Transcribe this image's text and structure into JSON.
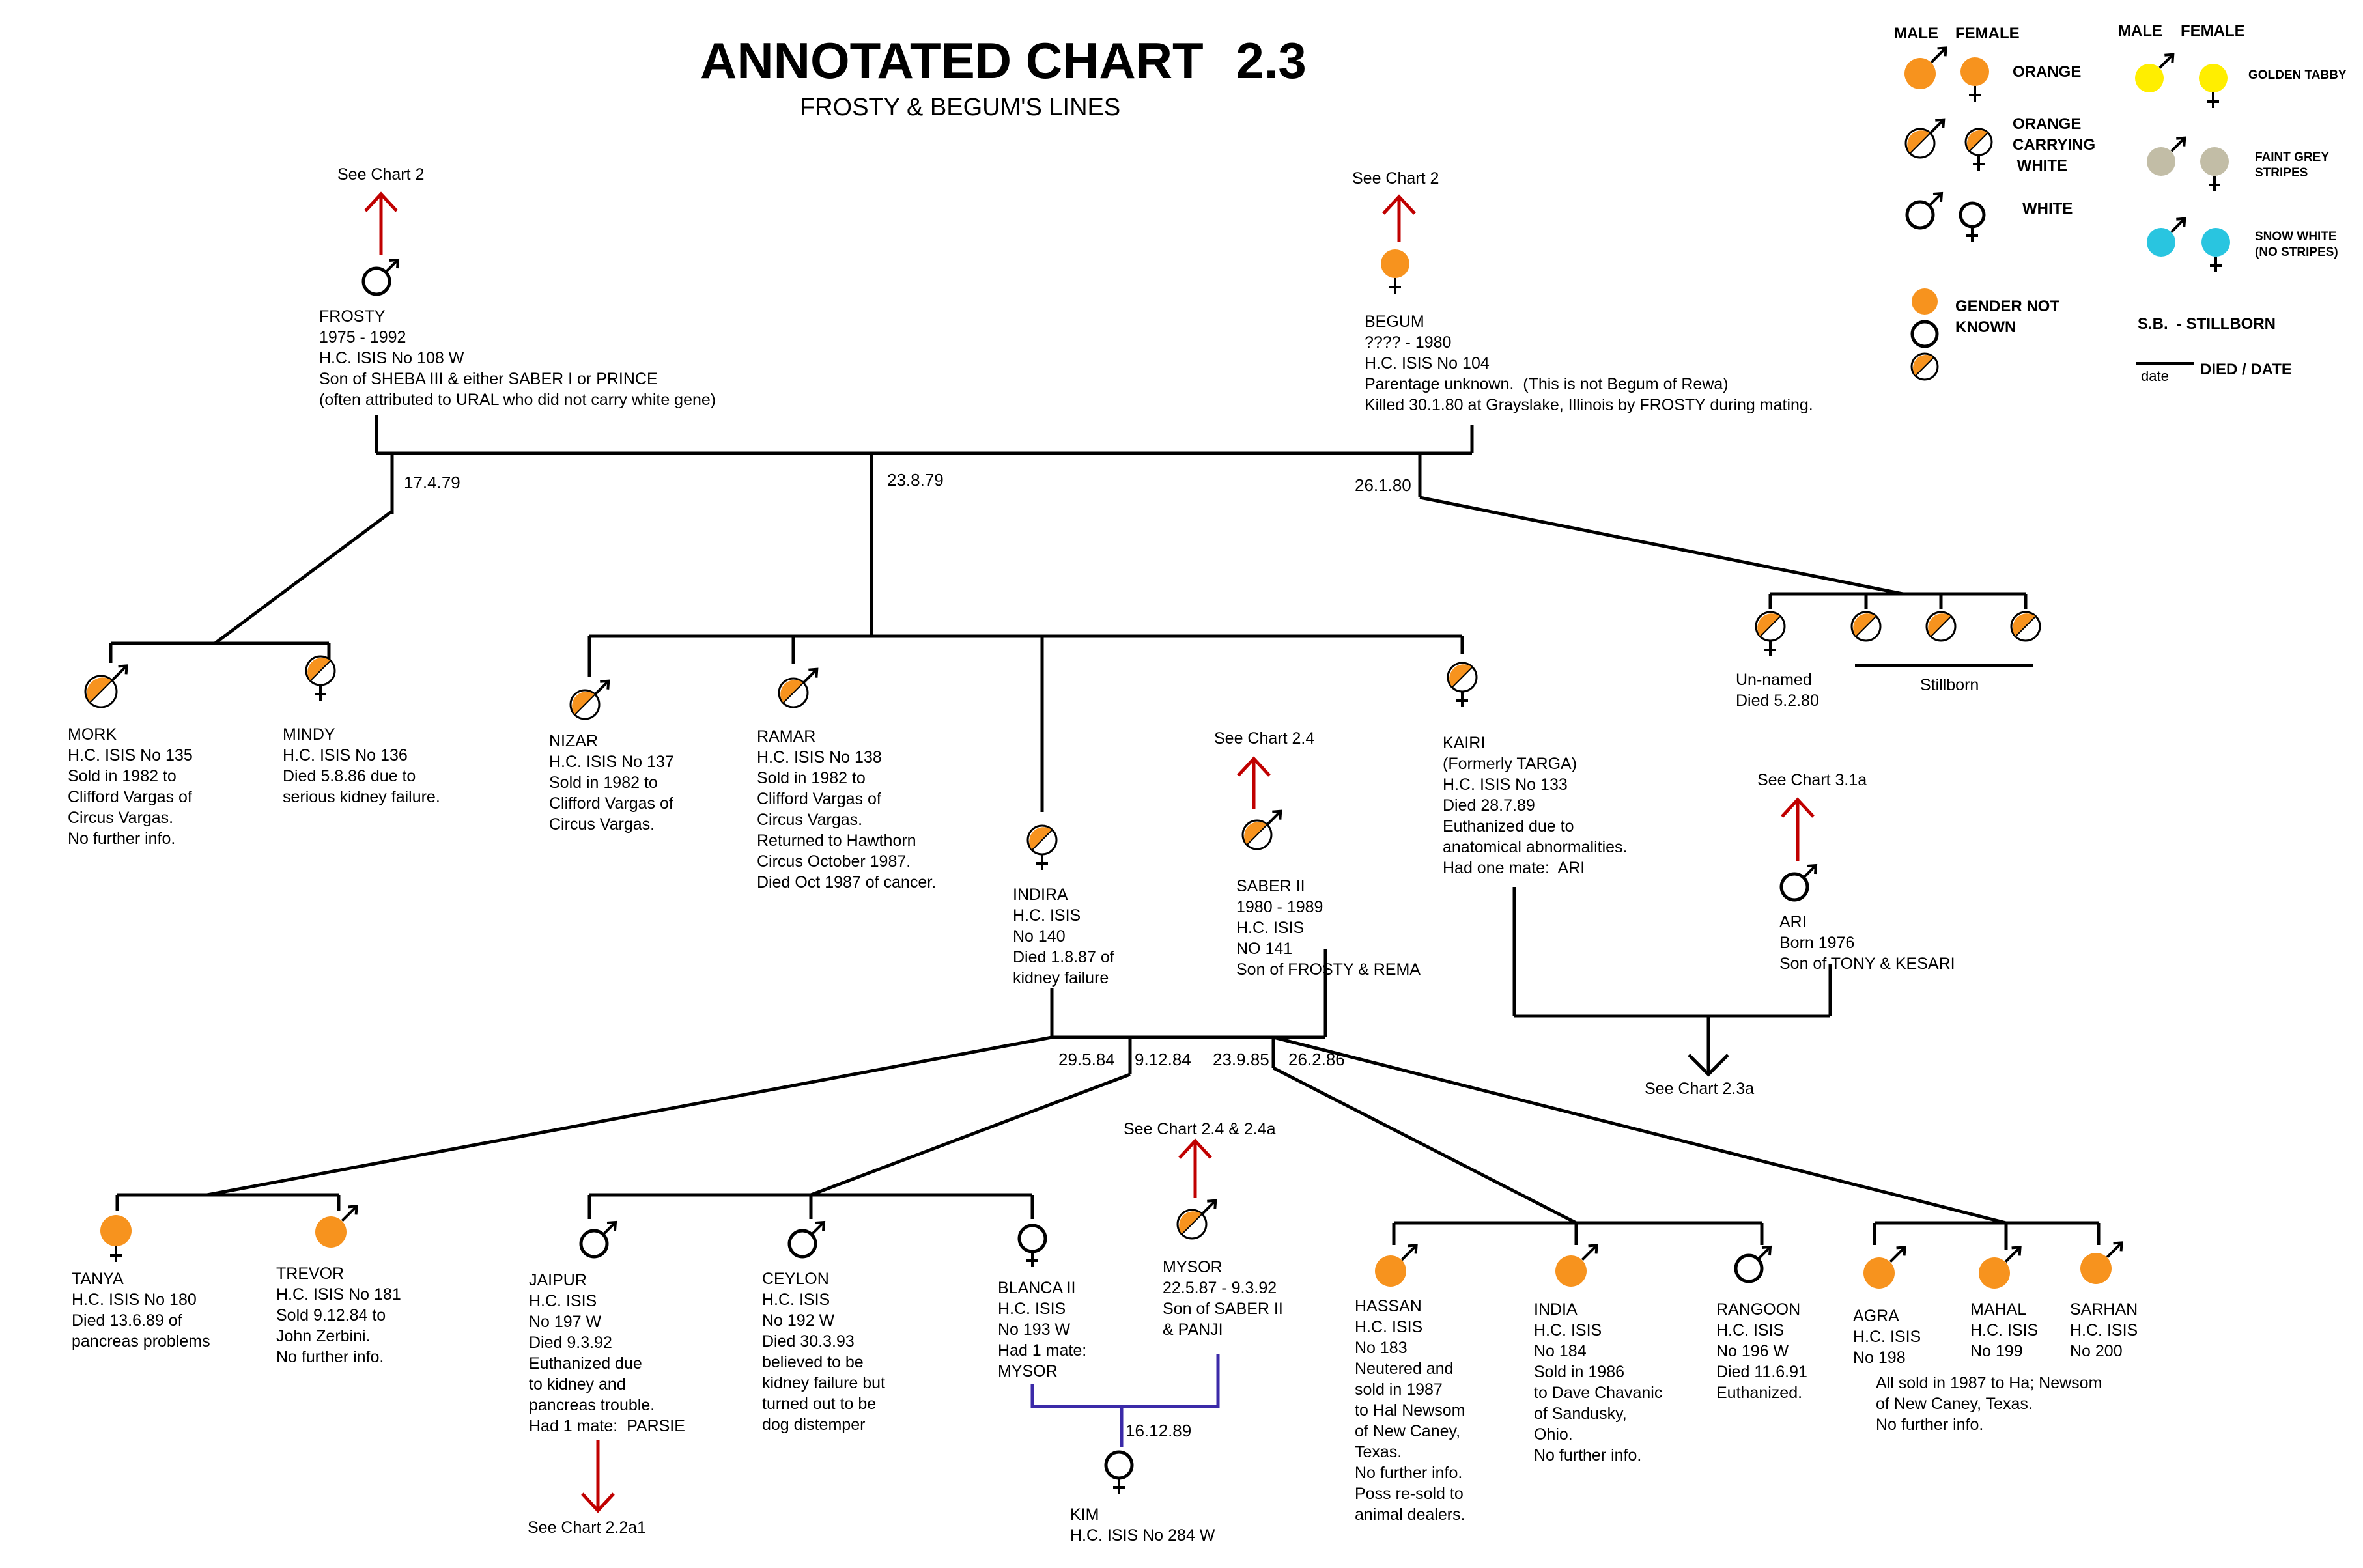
{
  "header": {
    "title": "ANNOTATED CHART",
    "number": "2.3",
    "subtitle": "FROSTY & BEGUM'S LINES"
  },
  "colors": {
    "orange": "#f7931e",
    "golden": "#ffee00",
    "grey": "#c2bda6",
    "snow": "#29c5e0",
    "ref_arrow": "#c00000",
    "mate_line": "#3b2aa8",
    "line": "#000000"
  },
  "legend": {
    "male": "MALE",
    "female": "FEMALE",
    "male2": "MALE",
    "female2": "FEMALE",
    "orange": "ORANGE",
    "orange_carrying_white": "ORANGE\nCARRYING\n WHITE",
    "white": "WHITE",
    "gender_not_known": "GENDER NOT\nKNOWN",
    "stillborn": "S.B.  - STILLBORN",
    "date": "date",
    "died_date": "DIED / DATE",
    "golden_tabby": "GOLDEN TABBY",
    "faint_grey": "FAINT GREY\nSTRIPES",
    "snow_white": "SNOW WHITE\n(NO STRIPES)"
  },
  "references": {
    "frosty": "See Chart 2",
    "begum": "See Chart 2",
    "saber": "See Chart 2.4",
    "ari": "See Chart 3.1a",
    "mysor": "See Chart 2.4 & 2.4a",
    "jaipur": "See Chart 2.2a1",
    "kairi_ari": "See Chart 2.3a"
  },
  "dates": {
    "d1": "17.4.79",
    "d2": "23.8.79",
    "d3": "26.1.80",
    "i1": "29.5.84",
    "i2": "9.12.84",
    "i3": "23.9.85",
    "i4": "26.2.86",
    "bm": "16.12.89"
  },
  "stillborn_label": "Stillborn",
  "animals": {
    "frosty": "FROSTY\n1975 - 1992\nH.C. ISIS No 108 W\nSon of SHEBA III & either SABER I or PRINCE\n(often attributed to URAL who did not carry white gene)",
    "begum": "BEGUM\n???? - 1980\nH.C. ISIS No 104\nParentage unknown.  (This is not Begum of Rewa)\nKilled 30.1.80 at Grayslake, Illinois by FROSTY during mating.",
    "mork": "MORK\nH.C. ISIS No 135\nSold in 1982 to\nClifford Vargas of\nCircus Vargas.\nNo further info.",
    "mindy": "MINDY\nH.C. ISIS No 136\nDied 5.8.86 due to\nserious kidney failure.",
    "nizar": "NIZAR\nH.C. ISIS No 137\nSold in 1982 to\nClifford Vargas of\nCircus Vargas.",
    "ramar": "RAMAR\nH.C. ISIS No 138\nSold in 1982 to\nClifford Vargas of\nCircus Vargas.\nReturned to Hawthorn\nCircus October 1987.\nDied Oct 1987 of cancer.",
    "indira": "INDIRA\nH.C. ISIS\nNo 140\nDied 1.8.87 of\nkidney failure",
    "saber": "SABER II\n1980 - 1989\nH.C. ISIS\nNO 141\nSon of FROSTY & REMA",
    "kairi": "KAIRI\n(Formerly TARGA)\nH.C. ISIS No 133\nDied 28.7.89\nEuthanized due to\nanatomical abnormalities.\nHad one mate:  ARI",
    "unnamed": "Un-named\nDied 5.2.80",
    "ari": "ARI\nBorn 1976\nSon of TONY & KESARI",
    "tanya": "TANYA\nH.C. ISIS No 180\nDied 13.6.89 of\npancreas problems",
    "trevor": "TREVOR\nH.C. ISIS No 181\nSold 9.12.84 to\nJohn Zerbini.\nNo further info.",
    "jaipur": "JAIPUR\nH.C. ISIS\nNo 197 W\nDied 9.3.92\nEuthanized due\nto kidney and\npancreas trouble.\nHad 1 mate:  PARSIE",
    "ceylon": "CEYLON\nH.C. ISIS\nNo 192 W\nDied 30.3.93\nbelieved to be\nkidney failure but\nturned out to be\ndog distemper",
    "blanca": "BLANCA II\nH.C. ISIS\nNo 193 W\nHad 1 mate:\nMYSOR",
    "mysor": "MYSOR\n22.5.87 - 9.3.92\nSon of SABER II\n& PANJI",
    "kim": "KIM\nH.C. ISIS No 284 W",
    "hassan": "HASSAN\nH.C. ISIS\nNo 183\nNeutered and\nsold in 1987\nto Hal Newsom\nof New Caney,\nTexas.\nNo further info.\nPoss re-sold to\nanimal dealers.",
    "india": "INDIA\nH.C. ISIS\nNo 184\nSold in 1986\nto Dave Chavanic\nof Sandusky,\nOhio.\nNo further info.",
    "rangoon": "RANGOON\nH.C. ISIS\nNo 196 W\nDied 11.6.91\nEuthanized.",
    "agra": "AGRA\nH.C. ISIS\nNo 198",
    "mahal": "MAHAL\nH.C. ISIS\nNo 199",
    "sarhan": "SARHAN\nH.C. ISIS\nNo 200",
    "ams_note": "All sold in 1987 to Ha; Newsom\nof New Caney, Texas.\nNo further info."
  }
}
